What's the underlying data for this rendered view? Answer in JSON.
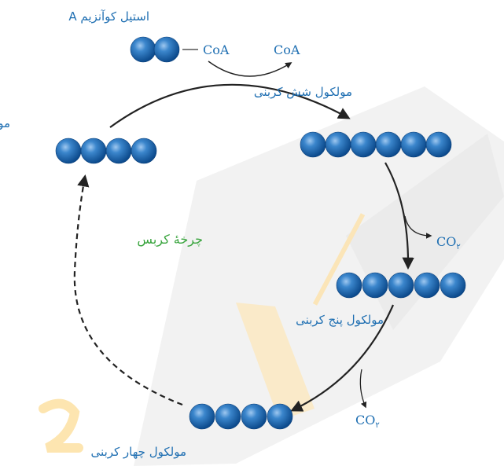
{
  "colors": {
    "ball": "#1f6fb2",
    "label": "#1f6fb2",
    "cycle_label": "#3aa53f",
    "arrow": "#222222"
  },
  "labels": {
    "acetyl_coa": "استیل کوآنزیم A",
    "coa_left": "CoA",
    "coa_right": "CoA",
    "six_carbon": "مولکول شش کربنی",
    "four_carbon_top": "مولکول چهار کربنی",
    "five_carbon": "مولکول پنج کربنی",
    "four_carbon_bottom": "مولکول چهار کربنی",
    "cycle_name": "چرخهٔ کربس",
    "co2_first": "CO",
    "co2_first_sub": "۲",
    "co2_second": "CO",
    "co2_second_sub": "۲"
  },
  "molecules": [
    {
      "id": "acetyl",
      "carbons": 2
    },
    {
      "id": "four-top",
      "carbons": 4
    },
    {
      "id": "six",
      "carbons": 6
    },
    {
      "id": "five",
      "carbons": 5
    },
    {
      "id": "four-bottom",
      "carbons": 4
    }
  ]
}
